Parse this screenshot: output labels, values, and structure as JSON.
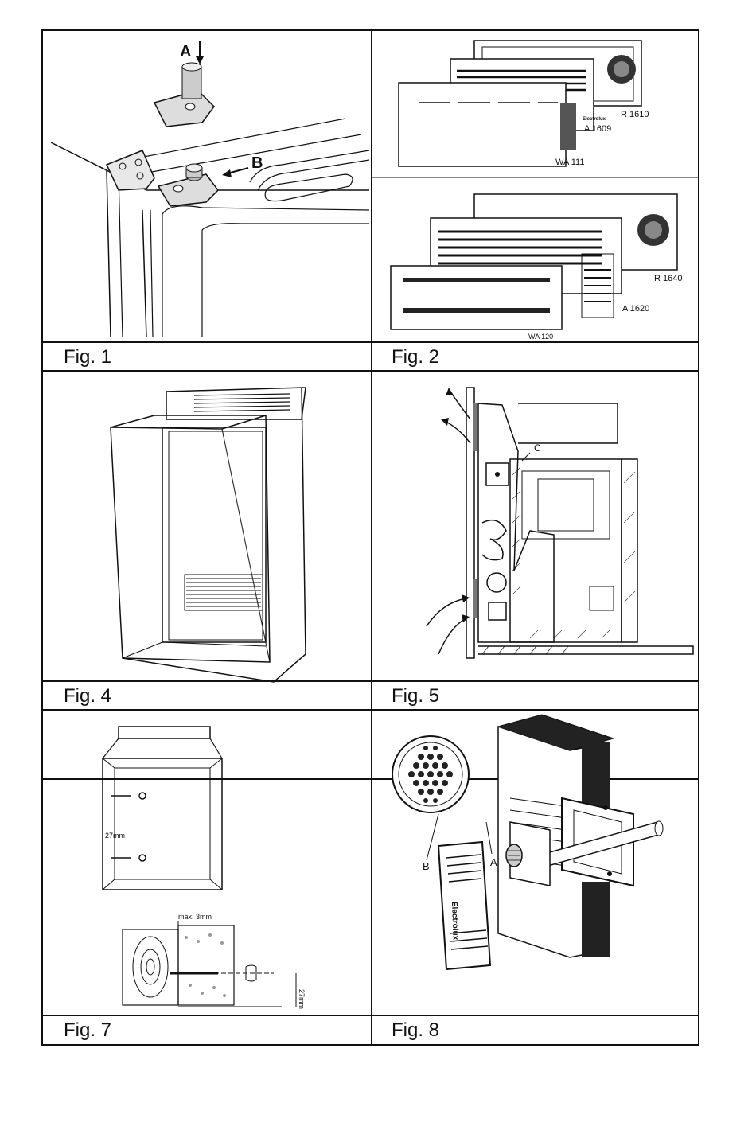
{
  "figures": {
    "fig1": {
      "caption": "Fig. 1",
      "label_a": "A",
      "label_b": "B"
    },
    "fig2": {
      "caption": "Fig. 2",
      "top_models": [
        "R 1610",
        "A 1609",
        "WA 111"
      ],
      "bottom_models": [
        "R 1640",
        "A 1620",
        "WA 120"
      ],
      "brand": "Electrolux"
    },
    "fig4": {
      "caption": "Fig. 4"
    },
    "fig5": {
      "caption": "Fig. 5",
      "label_c": "C"
    },
    "fig7": {
      "caption": "Fig. 7",
      "dim_27_top": "27mm",
      "dim_max": "max. 3mm",
      "dim_27_side": "27mm"
    },
    "fig8": {
      "caption": "Fig. 8",
      "label_a": "A",
      "label_b": "B",
      "brand": "Electrolux"
    }
  }
}
